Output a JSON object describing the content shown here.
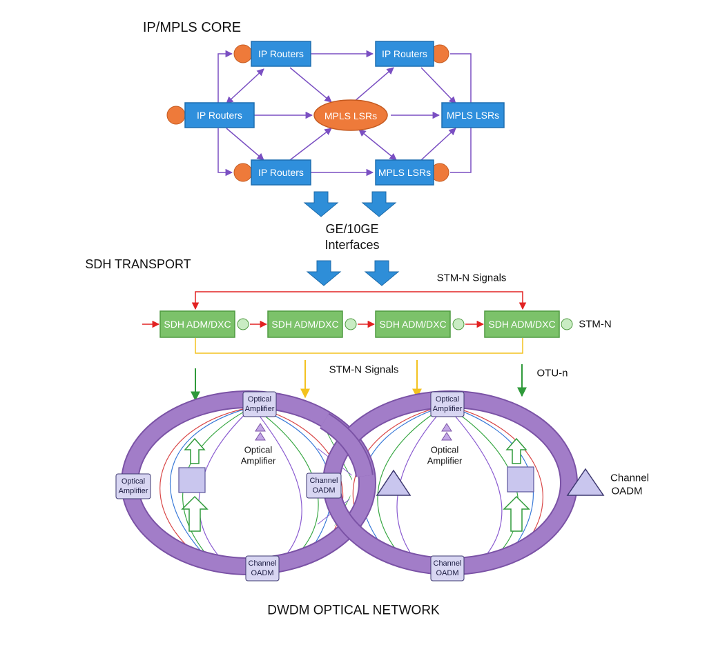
{
  "ip_core": {
    "title": "IP/MPLS CORE",
    "nodes": {
      "top_left": "IP Routers",
      "top_right": "IP Routers",
      "mid_left": "IP Routers",
      "center": "MPLS LSRs",
      "mid_right": "MPLS LSRs",
      "bottom_left": "IP Routers",
      "bottom_right": "MPLS LSRs"
    }
  },
  "interfaces": {
    "line1": "GE/10GE",
    "line2": "Interfaces"
  },
  "sdh": {
    "title": "SDH TRANSPORT",
    "nodes": [
      "SDH ADM/DXC",
      "SDH ADM/DXC",
      "SDH ADM/DXC",
      "SDH ADM/DXC"
    ],
    "stm_signals_top": "STM-N Signals",
    "stm_signals_bottom": "STM-N Signals",
    "stm_n": "STM-N",
    "otu_n": "OTU-n"
  },
  "dwdm": {
    "title": "DWDM OPTICAL NETWORK",
    "left_ring": {
      "top_box": [
        "Optical",
        "Amplifier"
      ],
      "left_box": [
        "Optical",
        "Amplifier"
      ],
      "right_box": [
        "Channel",
        "OADM"
      ],
      "bottom_box": [
        "Channel",
        "OADM"
      ],
      "amp_label": [
        "Optical",
        "Amplifier"
      ]
    },
    "right_ring": {
      "top_box": [
        "Optical",
        "Amplifier"
      ],
      "bottom_box": [
        "Channel",
        "OADM"
      ],
      "amp_label": [
        "Optical",
        "Amplifier"
      ],
      "side_label": [
        "Channel",
        "OADM"
      ]
    }
  },
  "colors": {
    "router_blue": "#2f8fdc",
    "router_border": "#1e6fb0",
    "mpls_orange": "#ee7a3a",
    "link_purple": "#7a4fc2",
    "sdh_green": "#7cc26a",
    "sdh_border": "#4f9a40",
    "ring_purple": "#a27dc8",
    "ring_border": "#7b53a6",
    "box_lavender": "#d8d6f2",
    "arrow_red": "#e22222",
    "arrow_yellow": "#f3c21f",
    "arrow_green": "#2f9a3a",
    "big_arrow_blue": "#2e8ed8"
  }
}
